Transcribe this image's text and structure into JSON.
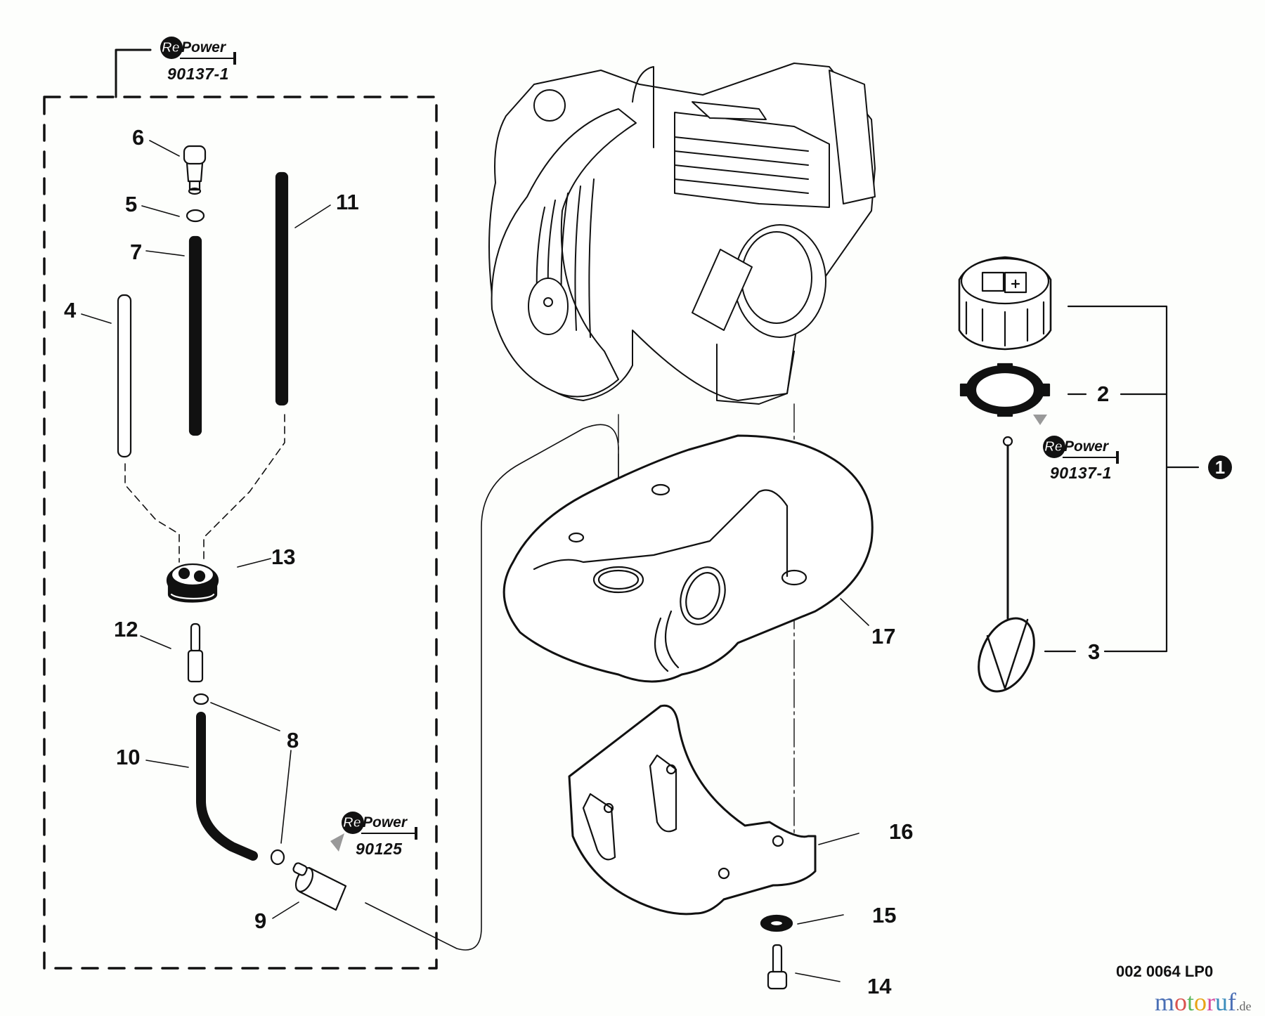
{
  "diagram": {
    "title_code": "002 0064 LP0",
    "watermark": {
      "name": "motoruf",
      "tld": ".de",
      "letter_colors": [
        "#4a6fb5",
        "#d9534f",
        "#5cb85c",
        "#e8a317",
        "#d64ba0",
        "#3c8dbc"
      ]
    },
    "repower_badges": [
      {
        "word": "Power",
        "prefix": "Re",
        "part_number": "90137-1",
        "context": "fuel line kit"
      },
      {
        "word": "Power",
        "prefix": "Re",
        "part_number": "90137-1",
        "context": "fuel cap gasket"
      },
      {
        "word": "Power",
        "prefix": "Re",
        "part_number": "90125",
        "context": "fuel filter"
      }
    ],
    "callouts": [
      {
        "number": "1",
        "part": "fuel cap assembly",
        "style": "circled"
      },
      {
        "number": "2",
        "part": "gasket"
      },
      {
        "number": "3",
        "part": "retainer strap"
      },
      {
        "number": "4",
        "part": "tube"
      },
      {
        "number": "5",
        "part": "clamp"
      },
      {
        "number": "6",
        "part": "check valve"
      },
      {
        "number": "7",
        "part": "fuel line"
      },
      {
        "number": "8",
        "part": "clamp"
      },
      {
        "number": "9",
        "part": "fuel filter"
      },
      {
        "number": "10",
        "part": "fuel line"
      },
      {
        "number": "11",
        "part": "fuel line"
      },
      {
        "number": "12",
        "part": "fitting"
      },
      {
        "number": "13",
        "part": "grommet"
      },
      {
        "number": "14",
        "part": "bolt"
      },
      {
        "number": "15",
        "part": "washer"
      },
      {
        "number": "16",
        "part": "tank mount"
      },
      {
        "number": "17",
        "part": "fuel tank"
      }
    ]
  }
}
